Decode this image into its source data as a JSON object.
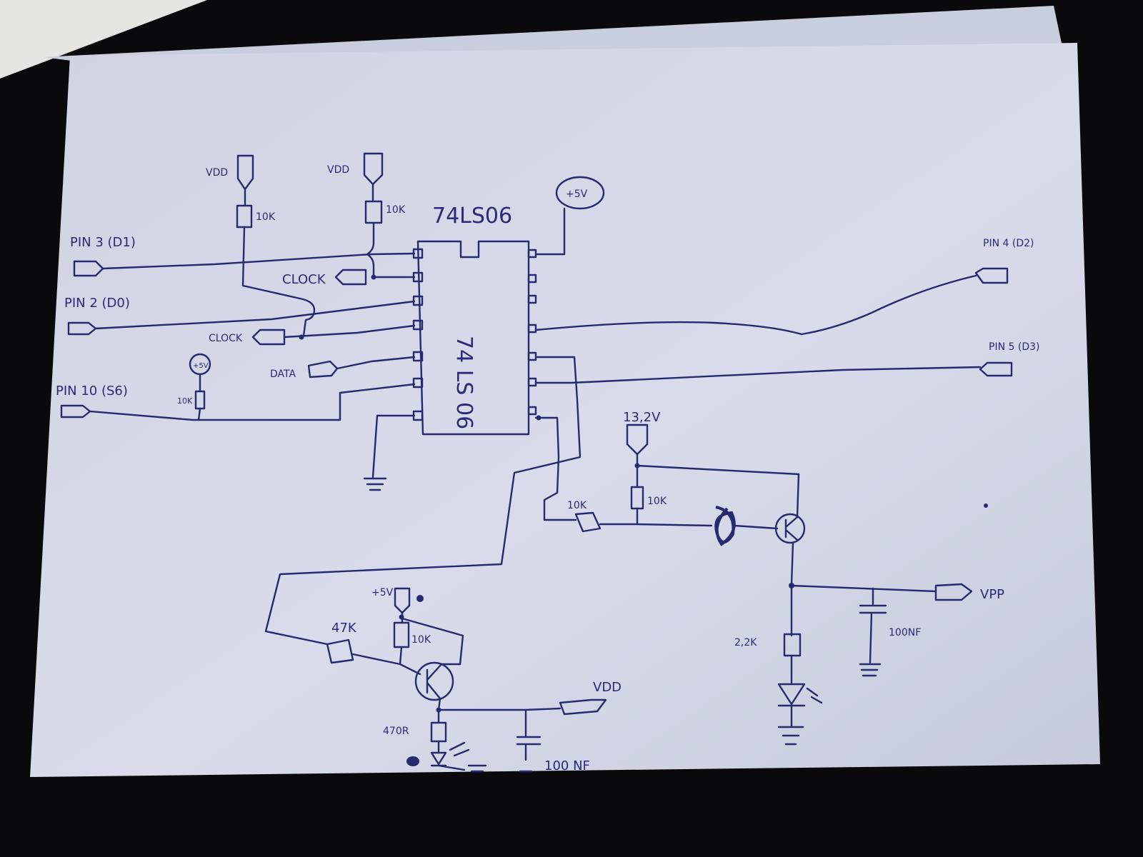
{
  "diagram": {
    "chip_label": "74LS06",
    "chip_body_label": "74 LS 06",
    "plus5v_top": "+5V",
    "plus5v_left": "+5V",
    "plus5v_bottom": "+5V",
    "pin3_d1": "PIN 3 (D1)",
    "pin2_d0": "PIN 2 (D0)",
    "pin10_s6": "PIN 10 (S6)",
    "pin4_d2": "PIN 4 (D2)",
    "pin5_d3": "PIN 5 (D3)",
    "vdd_left": "VDD",
    "vdd_mid": "VDD",
    "vdd_bottom": "VDD",
    "res_10k_a": "10K",
    "res_10k_b": "10K",
    "res_10k_c": "10K",
    "res_10k_d": "10K",
    "res_10k_e": "10K",
    "res_10k_f": "10K",
    "res_47k": "47K",
    "res_470r": "470R",
    "res_2k2": "2,2K",
    "clock_a": "CLOCK",
    "clock_b": "CLOCK",
    "data": "DATA",
    "v132": "13,2V",
    "vpp": "VPP",
    "cap_100nf_a": "100NF",
    "cap_100nf_b": "100 NF"
  },
  "colors": {
    "background": "#0a0a0c",
    "paper": "#d4d8e6",
    "ink": "#262a6e"
  }
}
